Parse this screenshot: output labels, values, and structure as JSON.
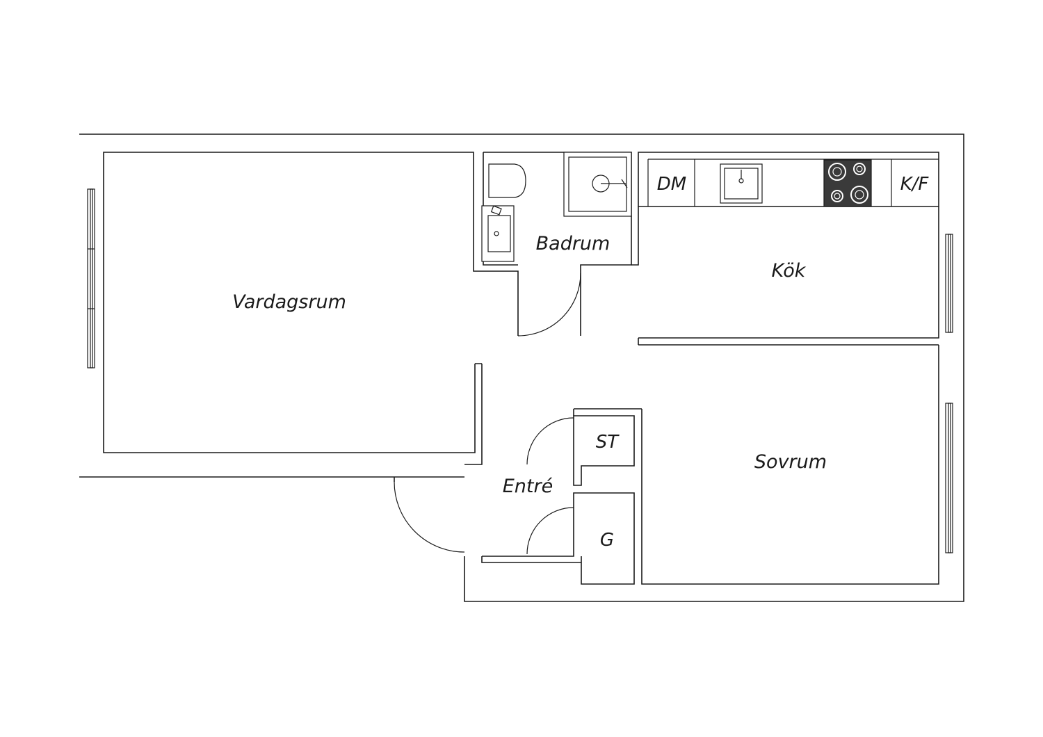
{
  "rooms": {
    "living": "Vardagsrum",
    "bath": "Badrum",
    "kitchen": "Kök",
    "bedroom": "Sovrum",
    "entry": "Entré"
  },
  "closets": {
    "storage": "ST",
    "wardrobe": "G"
  },
  "appliances": {
    "dishwasher": "DM",
    "fridge_freezer": "K/F"
  },
  "colors": {
    "line": "#1a1a1a",
    "stove_top": "#3a3a3a"
  }
}
